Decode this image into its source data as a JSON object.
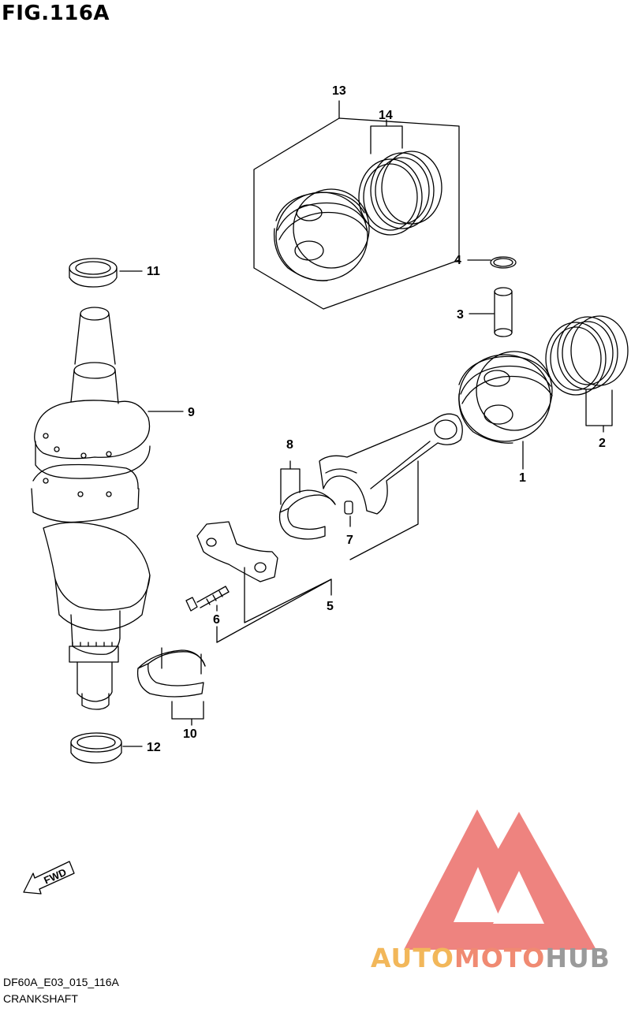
{
  "figure": {
    "title": "FIG.116A"
  },
  "callouts": {
    "c1": "1",
    "c2": "2",
    "c3": "3",
    "c4": "4",
    "c5": "5",
    "c6": "6",
    "c7": "7",
    "c8": "8",
    "c9": "9",
    "c10": "10",
    "c11": "11",
    "c12": "12",
    "c13": "13",
    "c14": "14"
  },
  "direction": {
    "label": "FWD"
  },
  "footer": {
    "code": "DF60A_E03_015_116A",
    "name": "CRANKSHAFT"
  },
  "watermark": {
    "part1": "AUTO",
    "part2": "MOTO",
    "part3": "HUB"
  },
  "colors": {
    "line": "#000000",
    "watermark_red": "#e8504a",
    "watermark_orange": "#f2b75a",
    "watermark_gray": "#9a9a9a"
  }
}
